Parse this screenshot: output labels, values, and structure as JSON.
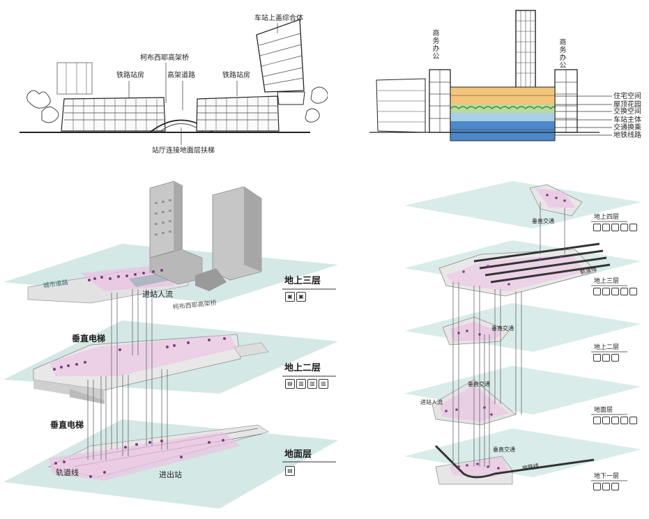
{
  "elevation": {
    "labels": {
      "complex": "车站上盖综合体",
      "viaduct": "柯布西耶高架桥",
      "station_left": "铁路站房",
      "elevated_road": "高架道路",
      "station_right": "铁路站房",
      "escalator": "站厅连接地面层扶梯"
    }
  },
  "section": {
    "office_left": "商务办公",
    "office_right": "商务办公",
    "layers": [
      "住宅空间",
      "屋顶花园",
      "交换空间",
      "车站主体",
      "交通换乘",
      "地铁线路"
    ]
  },
  "axon_left": {
    "floors": [
      "地上三层",
      "地上二层",
      "地面层"
    ],
    "labels": {
      "urban_road": "城市道路",
      "inflow": "进站人流",
      "viaduct": "柯布西耶高架桥",
      "elevator_upper": "垂直电梯",
      "elevator_lower": "垂直电梯",
      "track": "轨道线",
      "entry_exit": "进出站"
    },
    "floor_icons": [
      [
        "car-icon",
        "car-icon"
      ],
      [
        "train-icon",
        "bus-icon",
        "bus-icon",
        "bus-icon"
      ],
      [
        "train-icon"
      ]
    ]
  },
  "axon_right": {
    "floors": [
      "地上四层",
      "地上三层",
      "地上二层",
      "地面层",
      "地下一层"
    ],
    "labels": {
      "vertical_1": "垂直交通",
      "track": "轨道线",
      "vertical_2": "垂直交通",
      "vertical_3": "垂直交通",
      "inflow": "进站人流",
      "vertical_4": "垂直交通",
      "metro": "地铁线"
    },
    "floor_icon_counts": [
      5,
      5,
      3,
      5,
      3
    ]
  },
  "colors": {
    "residential": "#f3c57a",
    "garden": "#9fd08a",
    "exchange": "#a9cfe6",
    "station": "#4d88c9",
    "plate": "#cfe6e3",
    "crowd": "#e8a7d8",
    "people": "#7a3f78"
  }
}
